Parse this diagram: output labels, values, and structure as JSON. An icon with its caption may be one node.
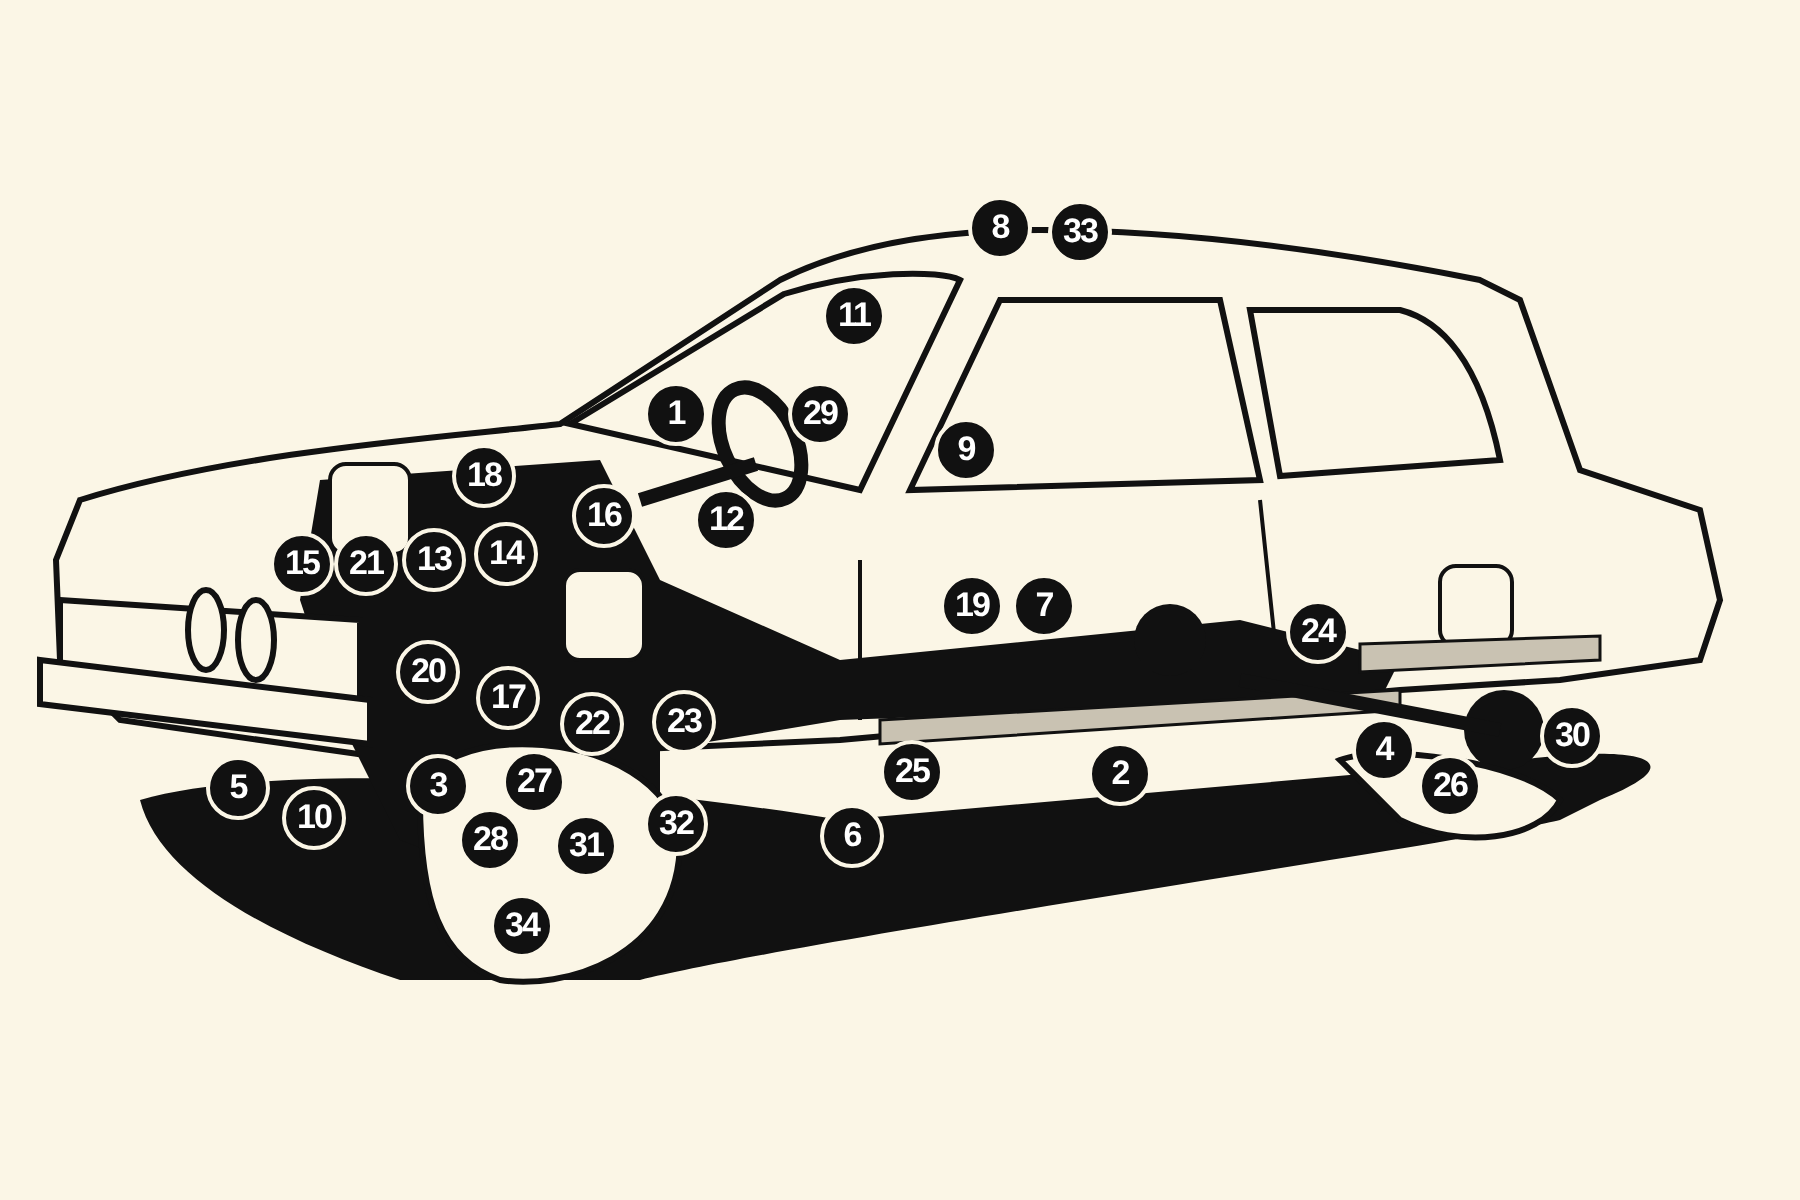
{
  "diagram": {
    "labels": [
      "8",
      "33",
      "11",
      "1",
      "29",
      "9",
      "18",
      "16",
      "12",
      "15",
      "21",
      "13",
      "14",
      "19",
      "7",
      "24",
      "20",
      "17",
      "22",
      "23",
      "4",
      "30",
      "5",
      "3",
      "27",
      "25",
      "2",
      "26",
      "10",
      "28",
      "31",
      "32",
      "6",
      "34"
    ]
  }
}
